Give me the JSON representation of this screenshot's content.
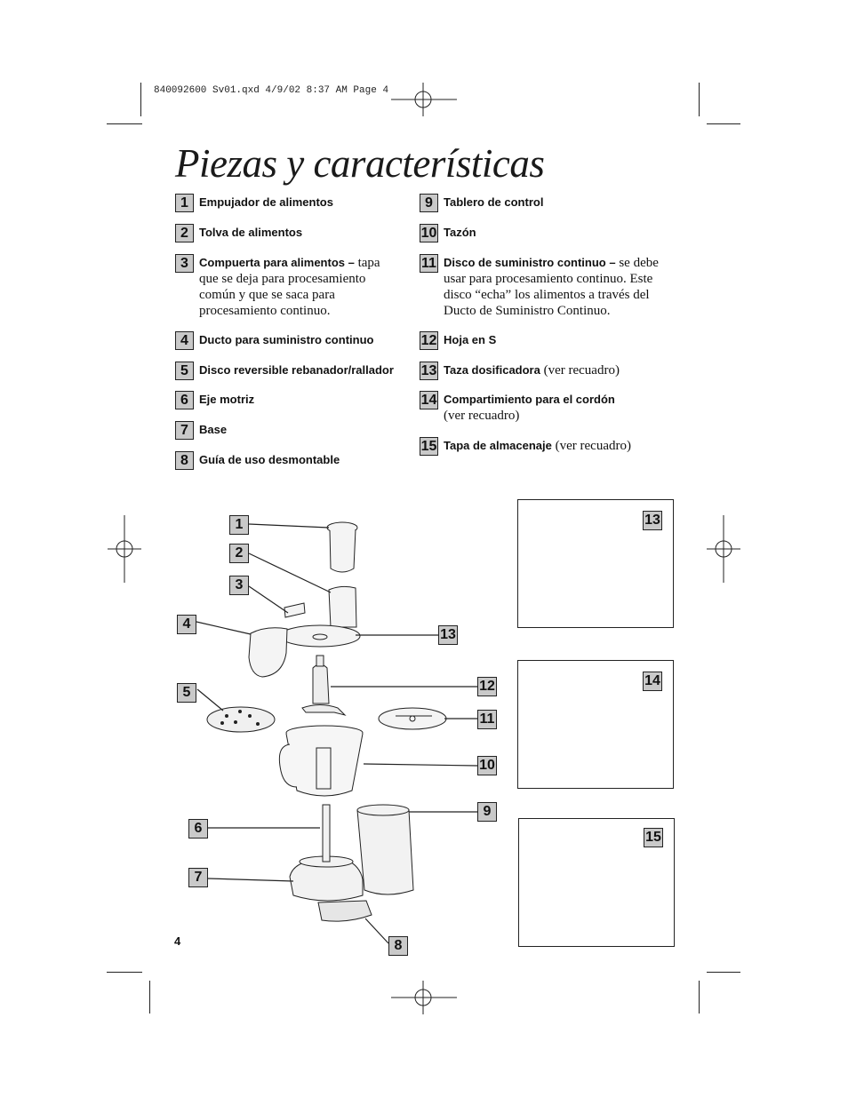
{
  "slug": "840092600 Sv01.qxd  4/9/02  8:37 AM  Page 4",
  "title": "Piezas y características",
  "parts_left": [
    {
      "num": "1",
      "bold": "Empujador de alimentos",
      "text": ""
    },
    {
      "num": "2",
      "bold": "Tolva de alimentos",
      "text": ""
    },
    {
      "num": "3",
      "bold": "Compuerta para alimentos –",
      "text": " tapa que se deja para procesamiento común y que se saca para procesamiento continuo."
    },
    {
      "num": "4",
      "bold": "Ducto para suministro continuo",
      "text": ""
    },
    {
      "num": "5",
      "bold": "Disco reversible rebanador/rallador",
      "text": ""
    },
    {
      "num": "6",
      "bold": "Eje motriz",
      "text": ""
    },
    {
      "num": "7",
      "bold": "Base",
      "text": ""
    },
    {
      "num": "8",
      "bold": "Guía de uso desmontable",
      "text": ""
    }
  ],
  "parts_right": [
    {
      "num": "9",
      "bold": "Tablero de control",
      "text": ""
    },
    {
      "num": "10",
      "bold": "Tazón",
      "text": ""
    },
    {
      "num": "11",
      "bold": "Disco de suministro continuo –",
      "text": " se debe usar para procesamiento continuo. Este disco “echa” los alimentos a través del Ducto de Suministro Continuo."
    },
    {
      "num": "12",
      "bold": "Hoja en S",
      "text": ""
    },
    {
      "num": "13",
      "bold": "Taza dosificadora",
      "text": " (ver recuadro)"
    },
    {
      "num": "14",
      "bold": "Compartimiento para el cordón",
      "text": " (ver recuadro)"
    },
    {
      "num": "15",
      "bold": "Tapa de almacenaje",
      "text": " (ver recuadro)"
    }
  ],
  "callouts": [
    "1",
    "2",
    "3",
    "4",
    "5",
    "6",
    "7",
    "8",
    "9",
    "10",
    "11",
    "12",
    "13"
  ],
  "insets": [
    "13",
    "14",
    "15"
  ],
  "page_number": "4"
}
